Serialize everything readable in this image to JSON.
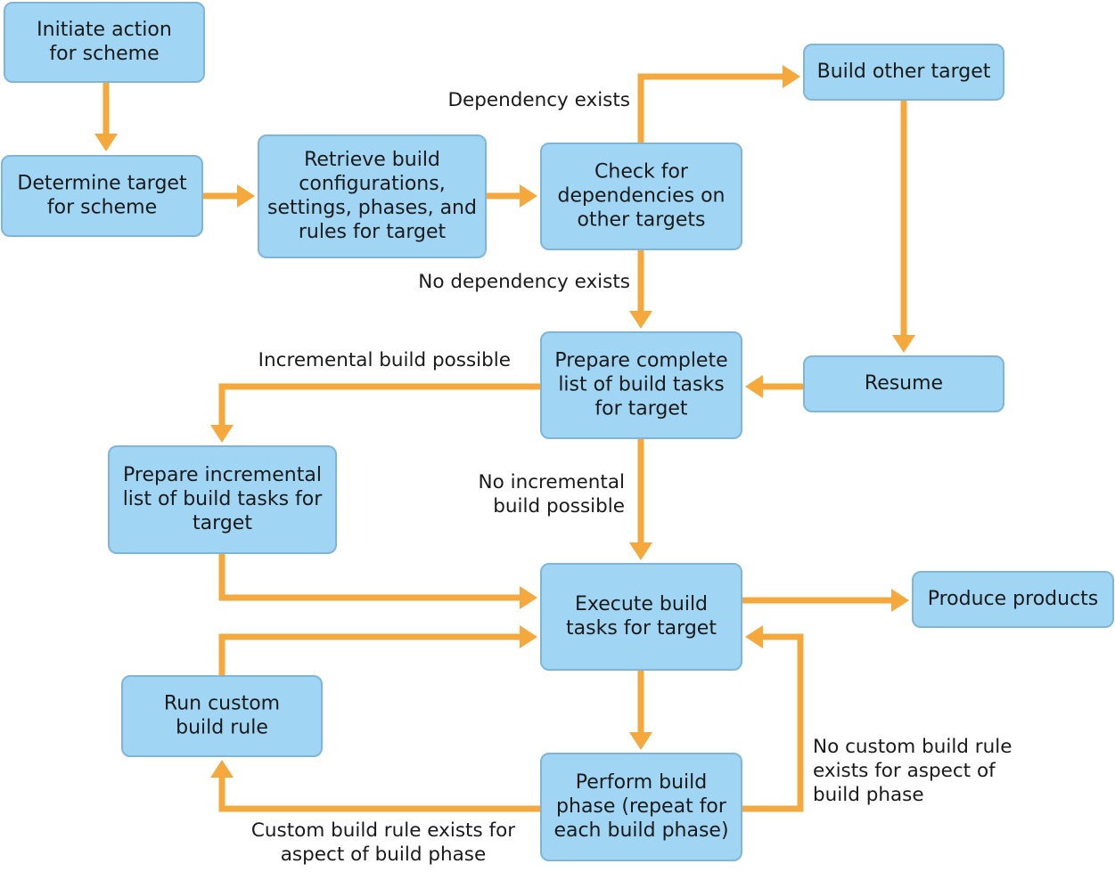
{
  "colors": {
    "box_fill": "#a0d5f3",
    "box_border": "#7fb6d8",
    "arrow": "#f5a83c",
    "text": "#1a1a1a"
  },
  "nodes": {
    "initiate": [
      "Initiate action",
      "for scheme"
    ],
    "determine": [
      "Determine target",
      "for scheme"
    ],
    "retrieve": [
      "Retrieve build",
      "configurations,",
      "settings, phases, and",
      "rules for target"
    ],
    "check": [
      "Check for",
      "dependencies on",
      "other targets"
    ],
    "build_other": [
      "Build other target"
    ],
    "resume": [
      "Resume"
    ],
    "prepare_complete": [
      "Prepare complete",
      "list of build tasks",
      "for target"
    ],
    "prepare_incremental": [
      "Prepare incremental",
      "list of build tasks for",
      "target"
    ],
    "execute": [
      "Execute build",
      "tasks for target"
    ],
    "produce": [
      "Produce products"
    ],
    "run_custom": [
      "Run custom",
      "build rule"
    ],
    "perform_phase": [
      "Perform build",
      "phase (repeat for",
      "each build phase)"
    ]
  },
  "edge_labels": {
    "dependency_exists": [
      "Dependency exists"
    ],
    "no_dependency": [
      "No dependency exists"
    ],
    "incremental_possible": [
      "Incremental build possible"
    ],
    "no_incremental": [
      "No incremental",
      "build possible"
    ],
    "no_custom_rule": [
      "No custom build rule",
      "exists for aspect of",
      "build phase"
    ],
    "custom_rule_exists": [
      "Custom build rule exists for",
      "aspect of build phase"
    ]
  }
}
